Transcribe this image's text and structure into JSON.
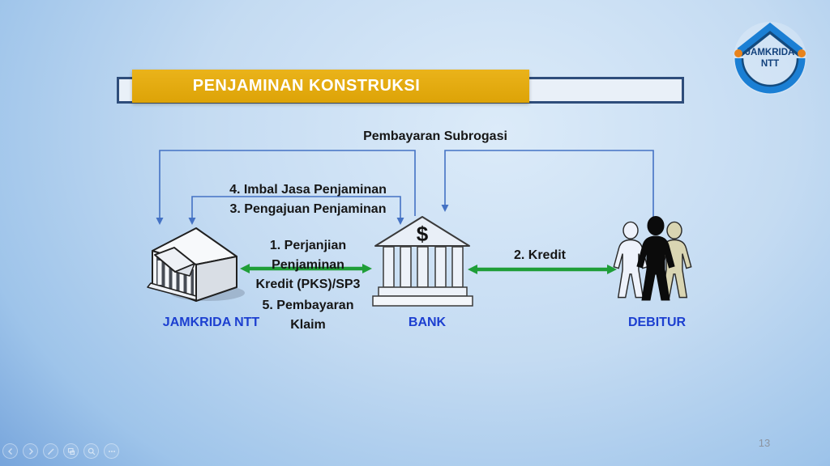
{
  "slide": {
    "page_number": "13"
  },
  "header": {
    "title": "PENJAMINAN KONSTRUKSI"
  },
  "logo": {
    "name_line1": "JAMKRIDA",
    "name_line2": "NTT"
  },
  "diagram": {
    "subrogation_label": "Pembayaran Subrogasi",
    "step4_label": "4. Imbal Jasa Penjaminan",
    "step3_label": "3. Pengajuan Penjaminan",
    "step1_line1": "1. Perjanjian",
    "step1_line2": "Penjaminan",
    "step1_line3": "Kredit (PKS)/SP3",
    "step5_line1": "5. Pembayaran",
    "step5_line2": "Klaim",
    "step2_label": "2. Kredit",
    "bank_symbol": "$",
    "entity_left_label": "JAMKRIDA NTT",
    "entity_center_label": "BANK",
    "entity_right_label": "DEBITUR"
  },
  "toolbar": {
    "buttons": [
      "previous-slide",
      "next-slide",
      "pen",
      "see-all-slides",
      "zoom",
      "more-options"
    ]
  },
  "colors": {
    "accent_gold": "#e0a70e",
    "title_text": "#ffffff",
    "outline_navy": "#2e4d7b",
    "connector_blue": "#4472c4",
    "arrow_green": "#1f9e38",
    "entity_label_blue": "#1c3fd0",
    "logo_blue": "#1b7fd4",
    "logo_navy": "#134a7e",
    "logo_orange": "#e8831d",
    "background_blue": "#9ec4ea"
  }
}
